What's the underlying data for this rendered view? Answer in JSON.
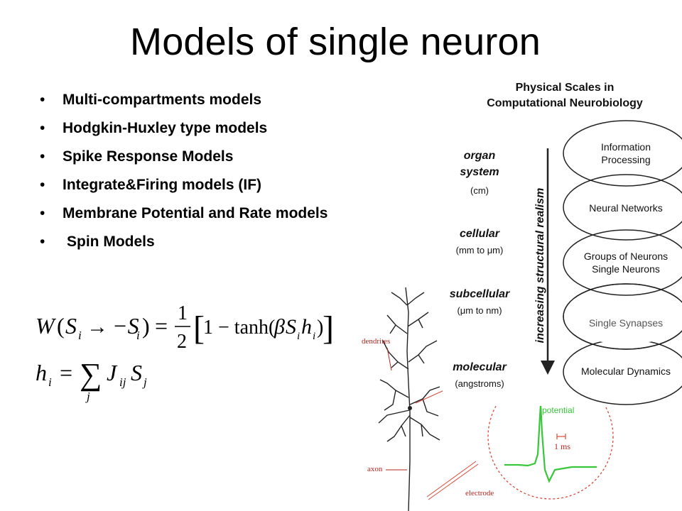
{
  "slide": {
    "title": "Models of single neuron",
    "bullets": [
      "Multi-compartments models",
      "Hodgkin-Huxley type models",
      "Spike Response Models",
      "Integrate&Firing models (IF)",
      "Membrane Potential and Rate models",
      "Spin Models"
    ]
  },
  "equations": {
    "eq1": {
      "lhs_W": "W",
      "lparen": "(",
      "S1": "S",
      "i1": "i",
      "arrow": "→",
      "minus_S": "−S",
      "i2": "i",
      "rparen": ")",
      "equals": "=",
      "one": "1",
      "two": "2",
      "bracket_open": "[",
      "one_minus": "1 − tanh(",
      "beta": "β",
      "S3": "S",
      "i3": "i",
      "h": "h",
      "i4": "i",
      "close": ")",
      "bracket_close": "]"
    },
    "eq2": {
      "h": "h",
      "i": "i",
      "equals": "=",
      "sum": "∑",
      "j": "j",
      "J": "J",
      "ij": "ij",
      "S": "S",
      "sj": "j"
    }
  },
  "neuron_figure": {
    "labels": {
      "dendrites": "dendrites",
      "axon": "axon",
      "electrode": "electrode",
      "potential": "potential",
      "scale": "1 ms"
    }
  },
  "scales_figure": {
    "title_line1": "Physical Scales in",
    "title_line2": "Computational Neurobiology",
    "arrow_label": "increasing structural realism",
    "levels": [
      {
        "name_line1": "organ",
        "name_line2": "system",
        "unit": "(cm)"
      },
      {
        "name_line1": "cellular",
        "name_line2": "",
        "unit": "(mm to μm)"
      },
      {
        "name_line1": "subcellular",
        "name_line2": "",
        "unit": "(μm to nm)"
      },
      {
        "name_line1": "molecular",
        "name_line2": "",
        "unit": "(angstroms)"
      }
    ],
    "ellipses": [
      {
        "line1": "Information",
        "line2": "Processing"
      },
      {
        "line1": "Neural Networks",
        "line2": ""
      },
      {
        "line1": "Groups of Neurons",
        "line2": "Single Neurons"
      },
      {
        "line1": "",
        "line2": ""
      },
      {
        "line1": "Single Synapses",
        "line2": ""
      },
      {
        "line1": "Molecular Dynamics",
        "line2": ""
      }
    ]
  },
  "colors": {
    "potential_green": "#38c63a",
    "electrode_red": "#d94a3a",
    "label_red": "#b3261e"
  }
}
